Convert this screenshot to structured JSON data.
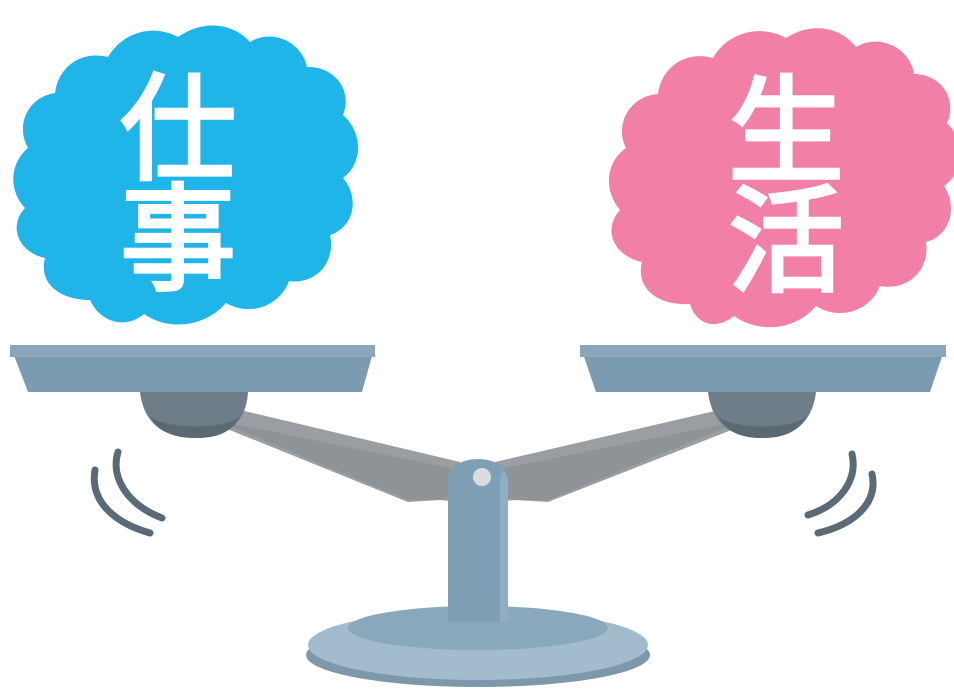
{
  "left_cloud": {
    "line1": "仕",
    "line2": "事",
    "color": "#1fb5e8"
  },
  "right_cloud": {
    "line1": "生",
    "line2": "活",
    "color": "#f27fa6"
  },
  "colors": {
    "pan_top": "#8aa6b8",
    "pan_body": "#7a9bb0",
    "pan_bottom": "#a5b8c6",
    "cup": "#6f7d88",
    "cup_dark": "#5b6973",
    "beam": "#9a9da2",
    "beam_dark": "#858a90",
    "post": "#7f9fb4",
    "post_light": "#98b3c6",
    "base_top": "#8aa8bc",
    "base_mid": "#a2bccd",
    "base_ring": "#7d98ab",
    "pivot": "#d8dde2",
    "motion_lines": "#5a6a76",
    "text": "#ffffff"
  }
}
